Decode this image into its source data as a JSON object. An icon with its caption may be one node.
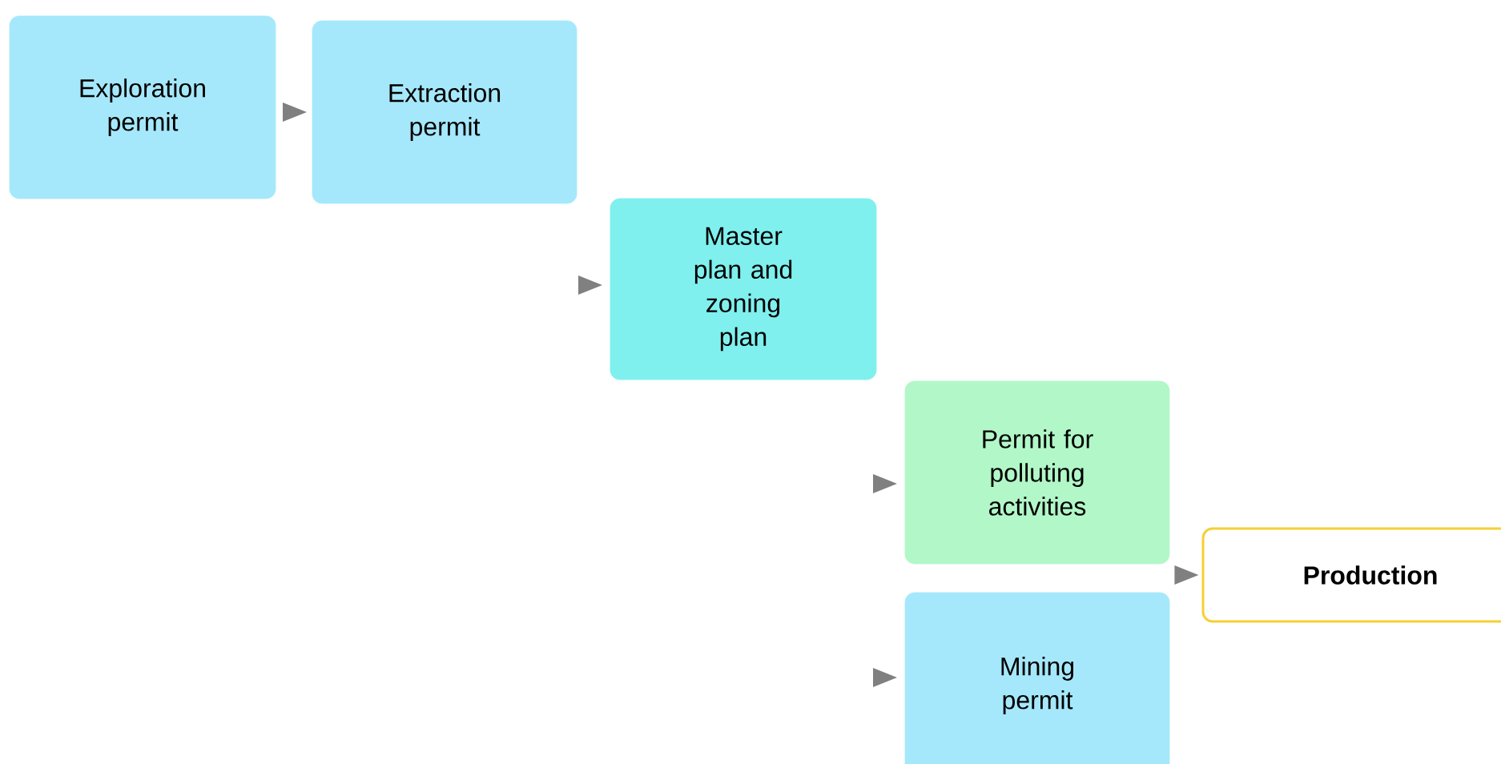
{
  "diagram": {
    "nodes": [
      {
        "text": [
          "Exploration permit"
        ]
      },
      {
        "text": [
          "Extraction permit"
        ]
      },
      {
        "text": [
          "Master plan and zoning plan"
        ]
      },
      {
        "text": [
          "Permit for polluting activities"
        ]
      },
      {
        "text": [
          "Mining permit"
        ]
      },
      {
        "text": [
          "Production"
        ]
      }
    ],
    "edges": [
      {
        "from": 0,
        "to": 1,
        "arrow": "to"
      },
      {
        "from": 3,
        "to": 5,
        "arrow": "to"
      },
      {
        "from": 4,
        "to": 5,
        "arrow": "to"
      }
    ]
  }
}
